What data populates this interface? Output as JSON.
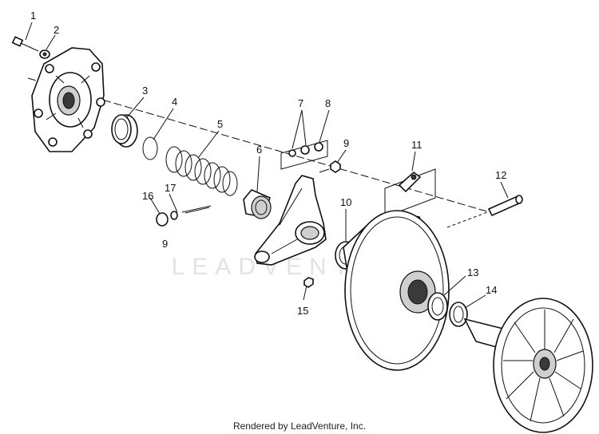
{
  "watermark": "LEADVENTURE",
  "footer": "Rendered by LeadVenture, Inc.",
  "callouts": {
    "c1": "1",
    "c2": "2",
    "c3": "3",
    "c4": "4",
    "c5": "5",
    "c6": "6",
    "c7": "7",
    "c8": "8",
    "c9a": "9",
    "c9b": "9",
    "c10": "10",
    "c11": "11",
    "c12": "12",
    "c13": "13",
    "c14": "14",
    "c15": "15",
    "c16": "16",
    "c17": "17"
  }
}
